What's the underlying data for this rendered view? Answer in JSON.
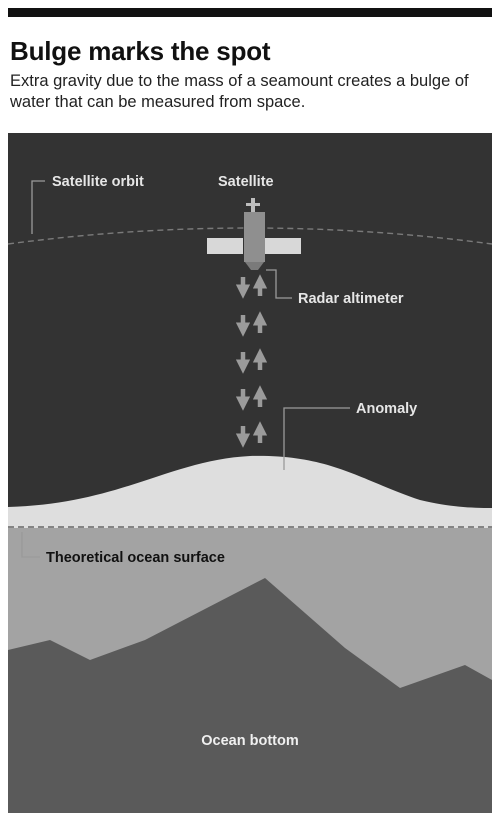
{
  "header": {
    "title": "Bulge marks the spot",
    "subtitle": "Extra gravity due to the mass of a seamount creates a bulge of water that can be measured from space."
  },
  "diagram": {
    "labels": {
      "satellite_orbit": "Satellite orbit",
      "satellite": "Satellite",
      "radar_altimeter": "Radar altimeter",
      "anomaly": "Anomaly",
      "theoretical_ocean_surface": "Theoretical ocean surface",
      "ocean_bottom": "Ocean bottom"
    },
    "colors": {
      "sky": "#333333",
      "bulge_water": "#dedede",
      "ocean": "#a3a3a3",
      "seamount": "#5a5a5a",
      "satellite_panels": "#d8d8d8",
      "satellite_body": "#8f8f8f",
      "radar_signal": "#9b9b9b"
    }
  }
}
